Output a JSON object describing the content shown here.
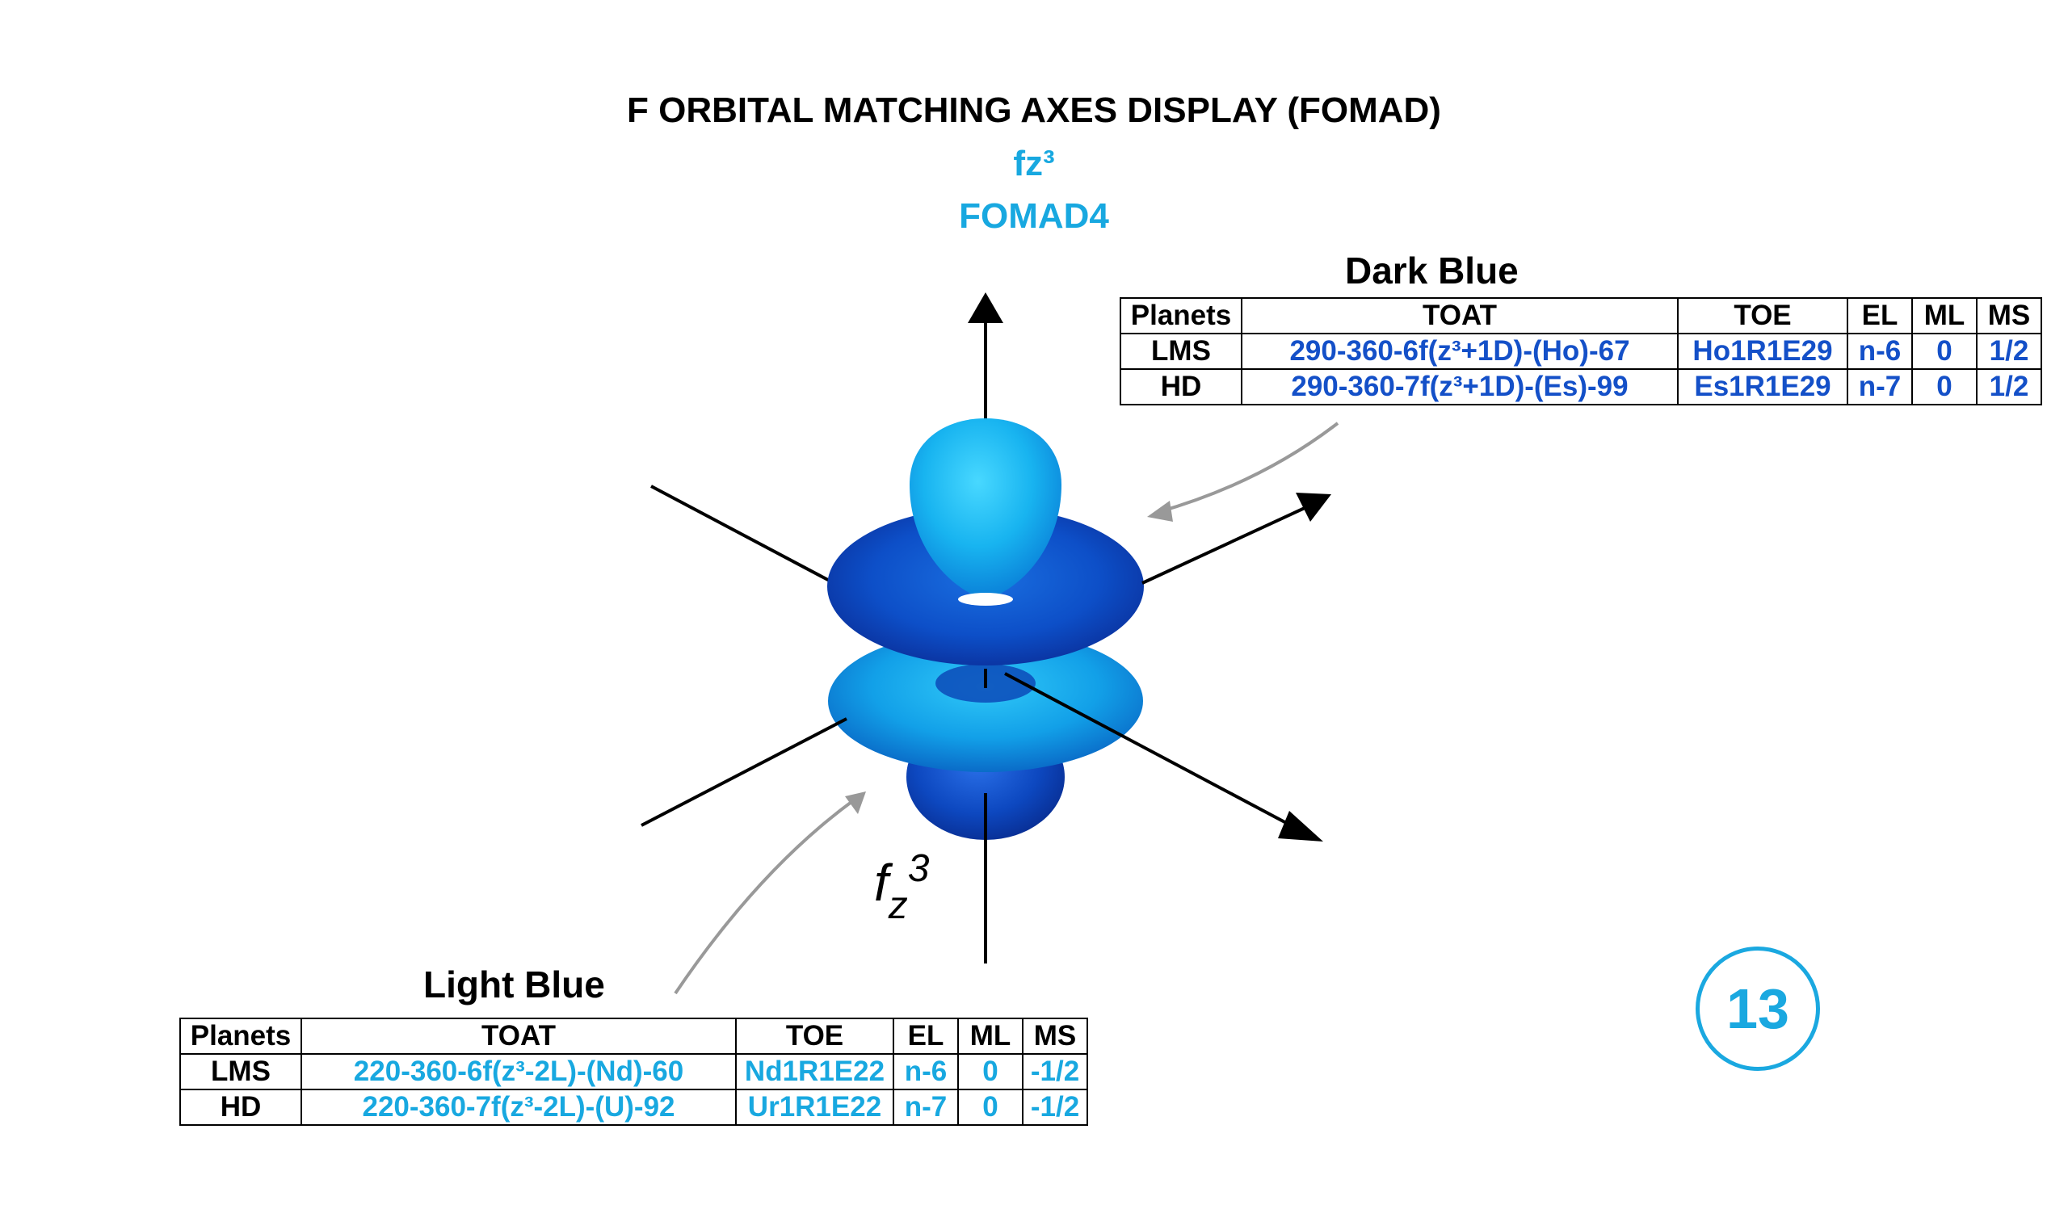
{
  "header": {
    "title": "F ORBITAL MATCHING AXES DISPLAY (FOMAD)",
    "orbital": "fz³",
    "code": "FOMAD4"
  },
  "orbital_label": {
    "base": "f",
    "sub": "z",
    "sup": "3"
  },
  "colors": {
    "dark_blue": "#1450c8",
    "light_blue": "#18a8e0",
    "arrow_gray": "#999999",
    "badge": "#1aa8e0"
  },
  "dark_blue": {
    "label": "Dark Blue",
    "columns": [
      "Planets",
      "TOAT",
      "TOE",
      "EL",
      "ML",
      "MS"
    ],
    "rows": [
      [
        "LMS",
        "290-360-6f(z³+1D)-(Ho)-67",
        "Ho1R1E29",
        "n-6",
        "0",
        "1/2"
      ],
      [
        "HD",
        "290-360-7f(z³+1D)-(Es)-99",
        "Es1R1E29",
        "n-7",
        "0",
        "1/2"
      ]
    ]
  },
  "light_blue": {
    "label": "Light Blue",
    "columns": [
      "Planets",
      "TOAT",
      "TOE",
      "EL",
      "ML",
      "MS"
    ],
    "rows": [
      [
        "LMS",
        "220-360-6f(z³-2L)-(Nd)-60",
        "Nd1R1E22",
        "n-6",
        "0",
        "-1/2"
      ],
      [
        "HD",
        "220-360-7f(z³-2L)-(U)-92",
        "Ur1R1E22",
        "n-7",
        "0",
        "-1/2"
      ]
    ]
  },
  "page_number": "13"
}
